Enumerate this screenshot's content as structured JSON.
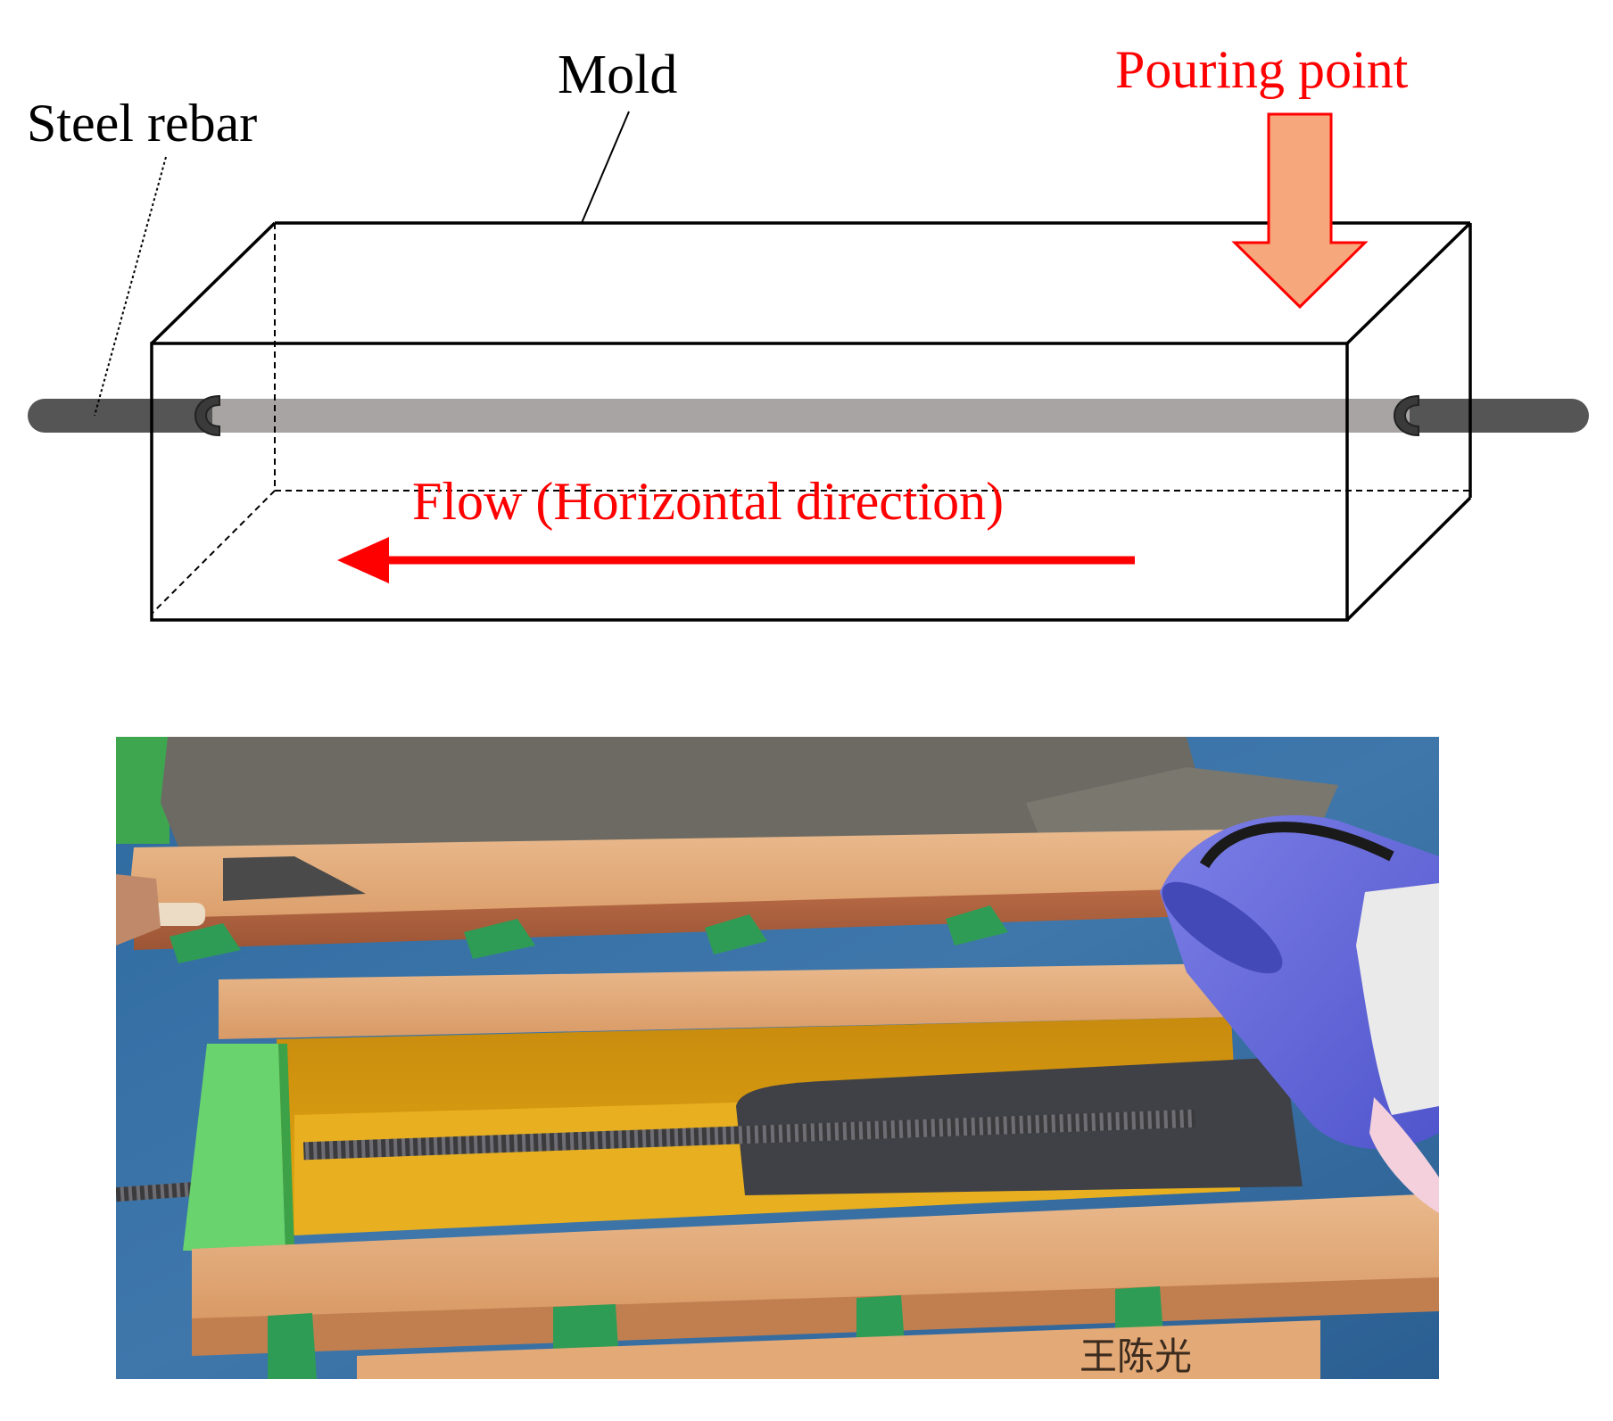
{
  "diagram": {
    "labels": {
      "steel_rebar": "Steel rebar",
      "mold": "Mold",
      "pouring_point": "Pouring point",
      "flow": "Flow (Horizontal direction)"
    },
    "colors": {
      "line": "#000000",
      "rebar_outer": "#555555",
      "rebar_inner": "#a8a4a4",
      "red_text": "#ff0000",
      "pour_arrow_fill": "#f7a77c",
      "pour_arrow_stroke": "#ff0000"
    }
  },
  "photo": {
    "marking_text": "王陈光"
  }
}
